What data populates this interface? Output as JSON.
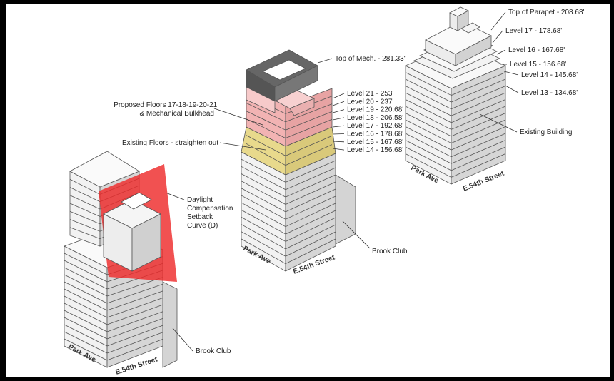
{
  "colors": {
    "frame": "#000000",
    "paper": "#ffffff",
    "proposed_floors": "#f2b3b3",
    "existing_floors": "#e8d98c",
    "mechanical": "#666666",
    "daylight_curve": "#ee2b2b",
    "building_face_light": "#f2f2f2",
    "building_face_dark": "#d6d6d6"
  },
  "left_model": {
    "daylight_label": "Daylight\nCompensation\nSetback\nCurve (D)",
    "brook_club": "Brook Club",
    "street_a": "Park Ave",
    "street_b": "E.54th Street"
  },
  "middle_model": {
    "top_label": "Top of Mech. - 281.33'",
    "proposed_label": "Proposed Floors 17-18-19-20-21\n& Mechanical Bulkhead",
    "existing_label": "Existing Floors - straighten out",
    "levels": [
      "Level 21 - 253'",
      "Level 20 - 237'",
      "Level 19 - 220.68'",
      "Level 18 - 206.58'",
      "Level 17 - 192.68'",
      "Level 16 - 178.68'",
      "Level 15 - 167.68'",
      "Level 14 - 156.68'"
    ],
    "brook_club": "Brook Club",
    "street_a": "Park Ave",
    "street_b": "E.54th Street"
  },
  "right_model": {
    "levels": [
      "Top of Parapet - 208.68'",
      "Level 17 - 178.68'",
      "Level 16 - 167.68'",
      "Level 15 - 156.68'",
      "Level 14 - 145.68'",
      "Level 13 - 134.68'"
    ],
    "existing_label": "Existing Building",
    "street_a": "Park Ave",
    "street_b": "E.54th Street"
  }
}
